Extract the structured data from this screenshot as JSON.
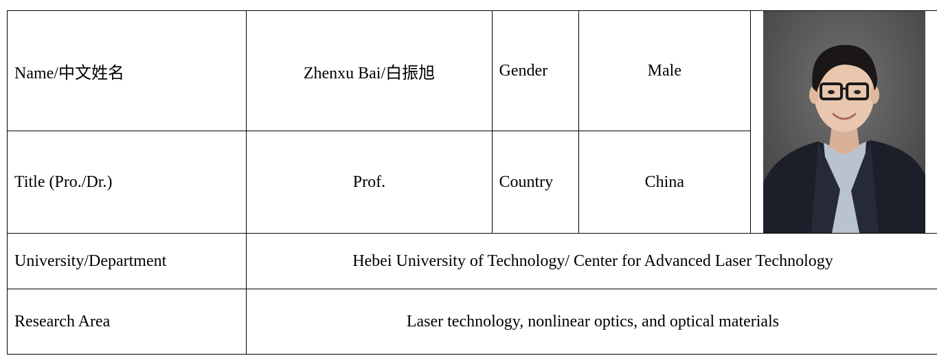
{
  "table": {
    "name_label": "Name/中文姓名",
    "name_value": "Zhenxu Bai/白振旭",
    "gender_label": "Gender",
    "gender_value": "Male",
    "title_label": "Title (Pro./Dr.)",
    "title_value": "Prof.",
    "country_label": "Country",
    "country_value": "China",
    "university_label": "University/Department",
    "university_value": "Hebei University of Technology/ Center for Advanced Laser Technology",
    "research_label": "Research Area",
    "research_value": "Laser technology, nonlinear optics, and optical materials"
  },
  "photo": {
    "background": "#5a5a5a",
    "suit_color": "#1c1f2a",
    "shirt_color": "#b9c3cf",
    "skin_color": "#e9c7ae",
    "hair_color": "#1a1716"
  }
}
